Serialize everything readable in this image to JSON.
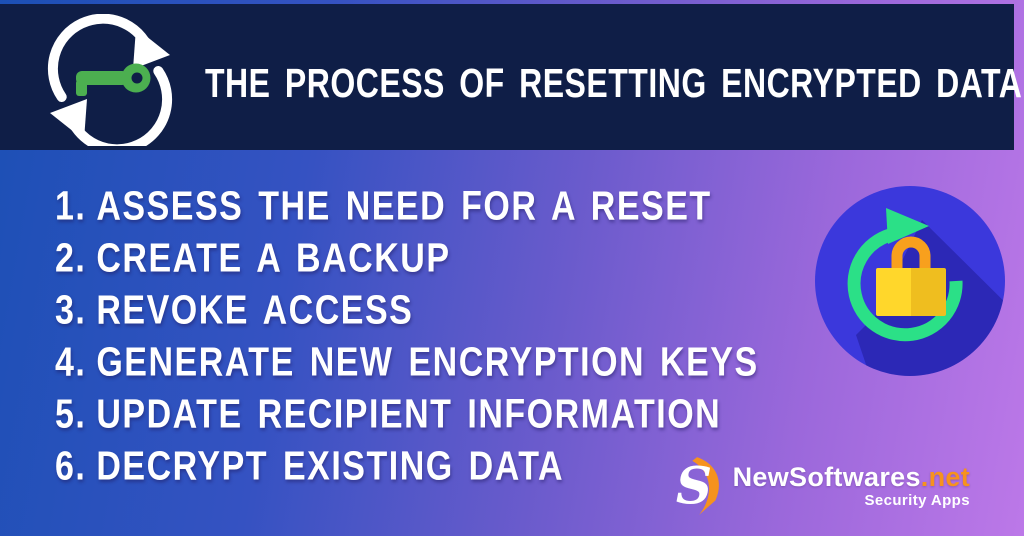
{
  "header": {
    "title": "THE PROCESS OF RESETTING ENCRYPTED DATA"
  },
  "steps": [
    {
      "num": "1.",
      "label": "ASSESS THE NEED FOR A RESET"
    },
    {
      "num": "2.",
      "label": "CREATE A BACKUP"
    },
    {
      "num": "3.",
      "label": "REVOKE ACCESS"
    },
    {
      "num": "4.",
      "label": "GENERATE NEW ENCRYPTION KEYS"
    },
    {
      "num": "5.",
      "label": "UPDATE RECIPIENT INFORMATION"
    },
    {
      "num": "6.",
      "label": "DECRYPT EXISTING DATA"
    }
  ],
  "brand": {
    "name": "NewSoftwares",
    "tld": ".net",
    "tagline": "Security Apps",
    "mark_letter": "S"
  },
  "icons": {
    "header_icon": "refresh-key-icon",
    "illustration": "reset-lock-icon",
    "logo_mark": "newsoftwares-s-mark"
  },
  "colors": {
    "header_navy": "#0F1E47",
    "gradient_left": "#1C50B5",
    "gradient_right": "#BC78E8",
    "key_green": "#4CAF50",
    "ring_green": "#2BE087",
    "circle_blue": "#3B38DC",
    "circle_shadow": "#2E2ABF",
    "lock_yellow_light": "#FFD72B",
    "lock_yellow_dark": "#EFBE1F",
    "shackle_orange": "#F8A01D",
    "brand_orange": "#F6921E",
    "text_white": "#FFFFFF"
  }
}
